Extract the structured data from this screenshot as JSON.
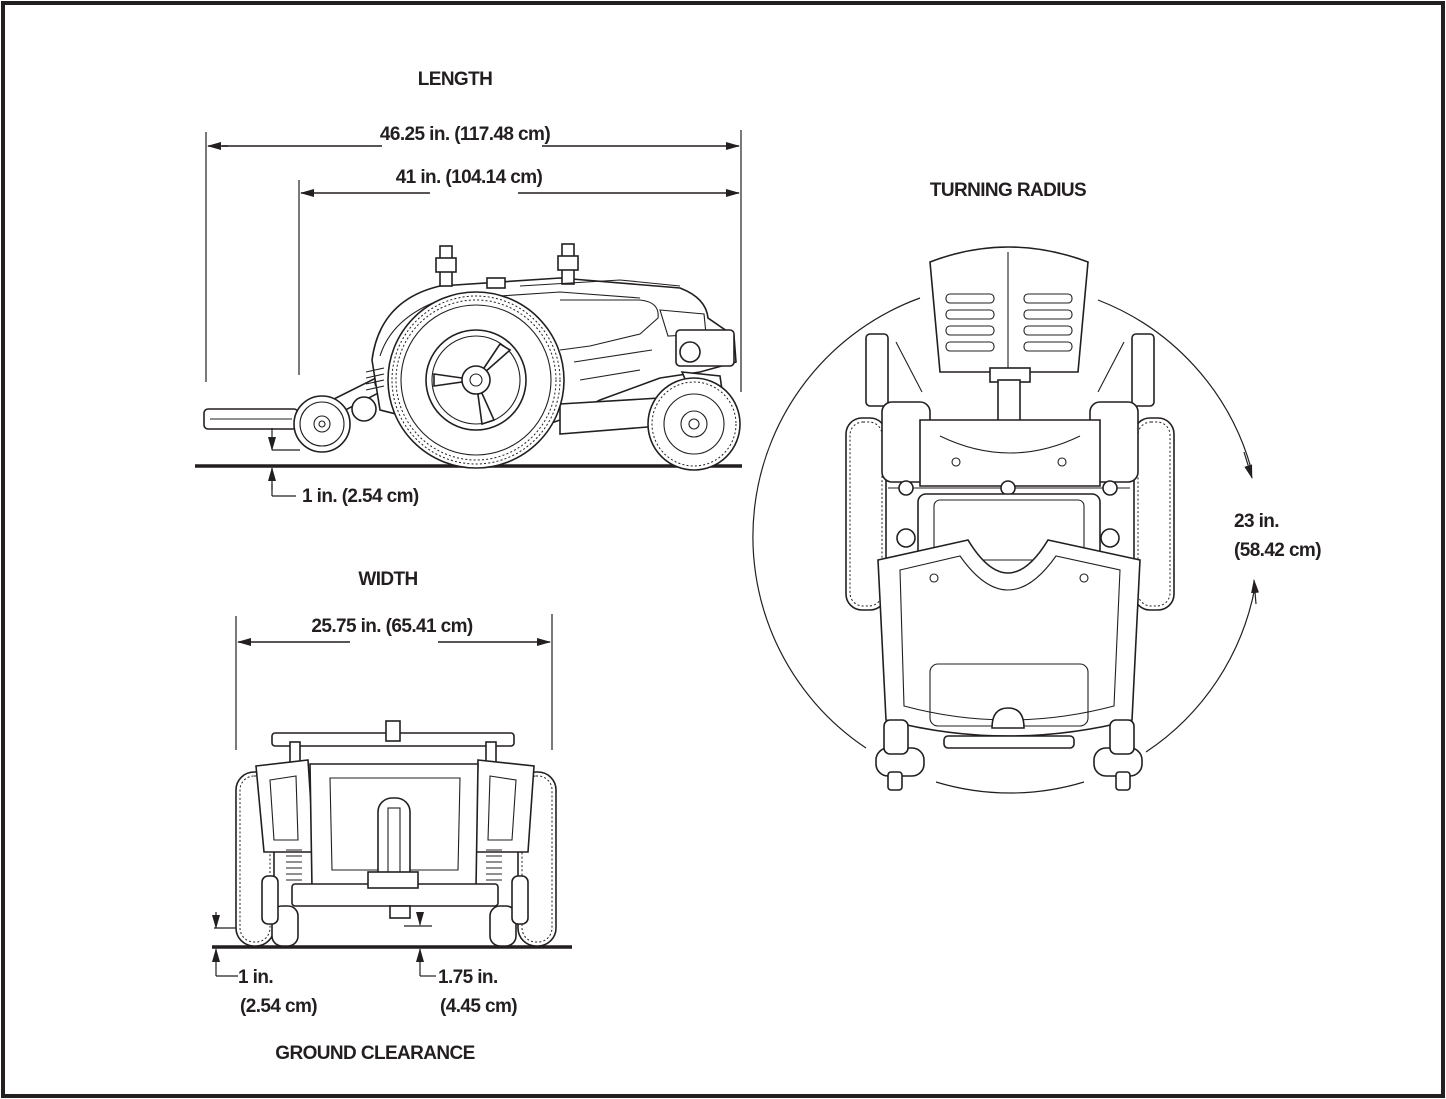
{
  "views": {
    "length": {
      "title": "LENGTH",
      "overall": "46.25 in. (117.48 cm)",
      "base": "41 in. (104.14 cm)",
      "clearance": "1 in. (2.54 cm)"
    },
    "width": {
      "title": "WIDTH",
      "overall": "25.75 in. (65.41 cm)"
    },
    "ground_clearance": {
      "title": "GROUND CLEARANCE",
      "side": {
        "line1": "1 in.",
        "line2": "(2.54 cm)"
      },
      "center": {
        "line1": "1.75 in.",
        "line2": "(4.45 cm)"
      }
    },
    "turning_radius": {
      "title": "TURNING RADIUS",
      "value": {
        "line1": "23 in.",
        "line2": "(58.42 cm)"
      }
    }
  },
  "colors": {
    "ink": "#231f20",
    "paper": "#ffffff"
  }
}
